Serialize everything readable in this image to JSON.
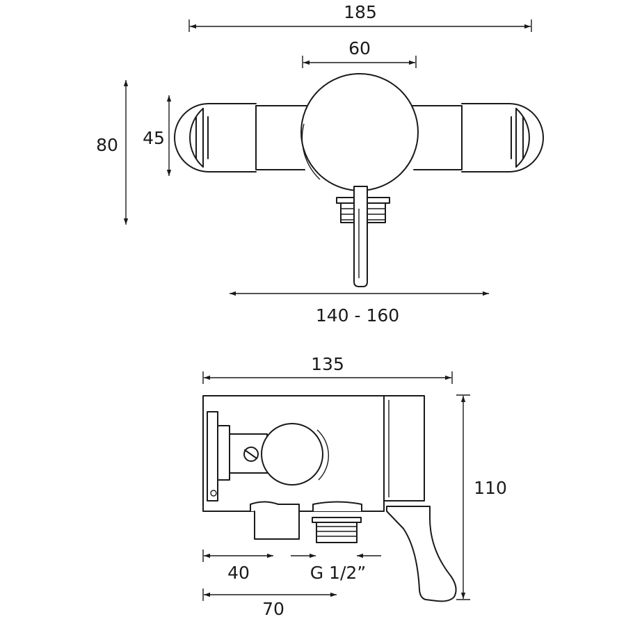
{
  "dimensions": {
    "overall_width": "185",
    "body_diameter": "60",
    "height": "80",
    "end_cap_height": "45",
    "centres_range": "140 - 160",
    "side_width": "135",
    "side_height": "110",
    "outlet_offset": "40",
    "outlet_thread": "G 1/2”",
    "outlet_to_lever": "70"
  }
}
